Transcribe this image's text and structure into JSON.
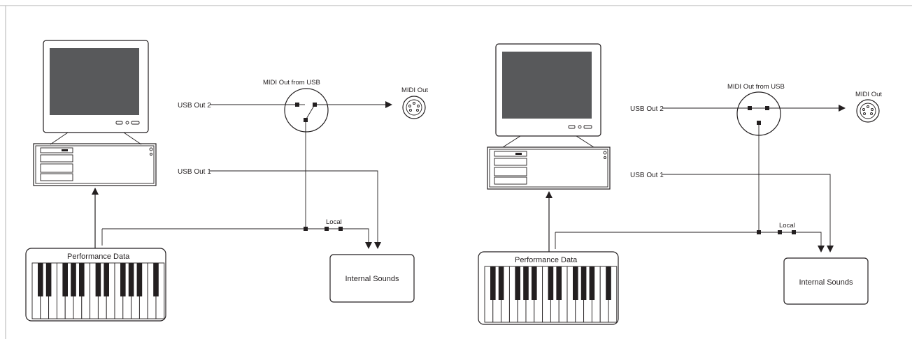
{
  "diagrams": [
    {
      "id": "left",
      "midi_out_from_usb_label": "MIDI Out from USB",
      "midi_out_label": "MIDI Out",
      "usb_out_2_label": "USB Out 2",
      "usb_out_1_label": "USB Out 1",
      "local_label": "Local",
      "performance_data_label": "Performance Data",
      "internal_sounds_label": "Internal Sounds",
      "switch_state": "USB Out 2 routed to MIDI Out, both connected to local junction"
    },
    {
      "id": "right",
      "midi_out_from_usb_label": "MIDI Out from USB",
      "midi_out_label": "MIDI Out",
      "usb_out_2_label": "USB Out 2",
      "usb_out_1_label": "USB Out 1",
      "local_label": "Local",
      "performance_data_label": "Performance Data",
      "internal_sounds_label": "Internal Sounds",
      "switch_state": "USB Out 2 routed to MIDI Out, bottom contact open"
    }
  ],
  "colors": {
    "line": "#231f20",
    "screen": "#58595b",
    "background": "#ffffff",
    "border": "#b3b3b3"
  },
  "icons": [
    "computer-monitor-icon",
    "computer-tower-icon",
    "midi-din-connector-icon",
    "keyboard-icon"
  ]
}
